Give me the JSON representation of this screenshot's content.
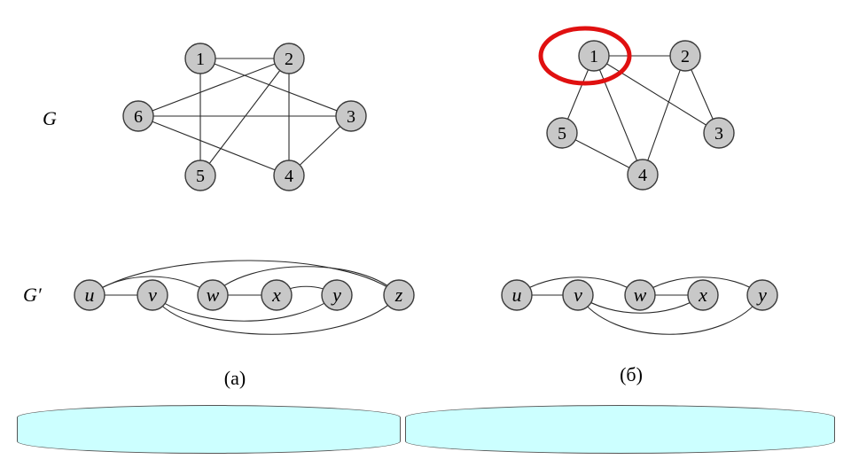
{
  "graph_label_g": "G",
  "graph_label_g_prime": "G′",
  "caption_a": "(а)",
  "caption_b": "(б)",
  "graph_g": {
    "nodes": [
      {
        "id": "1",
        "label": "1"
      },
      {
        "id": "2",
        "label": "2"
      },
      {
        "id": "3",
        "label": "3"
      },
      {
        "id": "4",
        "label": "4"
      },
      {
        "id": "5",
        "label": "5"
      },
      {
        "id": "6",
        "label": "6"
      }
    ],
    "edges": [
      [
        "1",
        "2"
      ],
      [
        "1",
        "3"
      ],
      [
        "1",
        "5"
      ],
      [
        "2",
        "6"
      ],
      [
        "2",
        "5"
      ],
      [
        "2",
        "4"
      ],
      [
        "6",
        "3"
      ],
      [
        "6",
        "4"
      ],
      [
        "3",
        "4"
      ]
    ]
  },
  "graph_b_top": {
    "nodes": [
      {
        "id": "1",
        "label": "1",
        "highlighted": true
      },
      {
        "id": "2",
        "label": "2"
      },
      {
        "id": "3",
        "label": "3"
      },
      {
        "id": "4",
        "label": "4"
      },
      {
        "id": "5",
        "label": "5"
      }
    ],
    "edges": [
      [
        "1",
        "2"
      ],
      [
        "1",
        "5"
      ],
      [
        "1",
        "4"
      ],
      [
        "1",
        "3"
      ],
      [
        "5",
        "4"
      ],
      [
        "2",
        "4"
      ],
      [
        "2",
        "3"
      ]
    ]
  },
  "graph_g_prime": {
    "nodes": [
      "u",
      "v",
      "w",
      "x",
      "y",
      "z"
    ],
    "edges": [
      [
        "u",
        "v"
      ],
      [
        "w",
        "x"
      ],
      [
        "u",
        "w"
      ],
      [
        "u",
        "z"
      ],
      [
        "v",
        "y"
      ],
      [
        "v",
        "z"
      ],
      [
        "w",
        "z"
      ],
      [
        "x",
        "y"
      ]
    ]
  },
  "graph_b_bottom": {
    "nodes": [
      "u",
      "v",
      "w",
      "x",
      "y"
    ],
    "edges": [
      [
        "u",
        "v"
      ],
      [
        "w",
        "x"
      ],
      [
        "u",
        "w"
      ],
      [
        "v",
        "x"
      ],
      [
        "w",
        "y"
      ],
      [
        "v",
        "y"
      ]
    ]
  },
  "colors": {
    "node_fill": "#c8c8c8",
    "highlight": "#e01010",
    "panel_fill": "#ccffff"
  }
}
